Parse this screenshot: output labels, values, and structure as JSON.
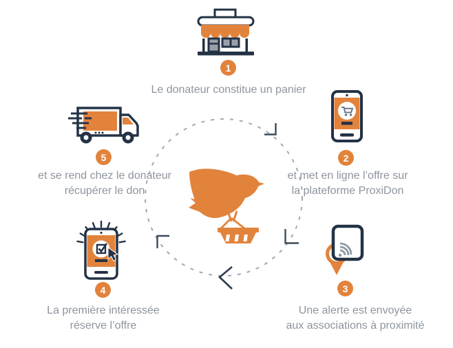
{
  "colors": {
    "orange": "#e2833c",
    "navy": "#243246",
    "caption_gray": "#8d949d",
    "pane_gray": "#9aa0a8",
    "dash_gray": "#a3a8ae",
    "wifi_gray": "#8f99a3"
  },
  "center_icon": "bird-carrying-shopping-basket-icon",
  "cycle": {
    "direction": "clockwise",
    "arrows": [
      "top-right-corner",
      "bottom-right-corner",
      "bottom-left-corner",
      "bottom-chevron"
    ]
  },
  "steps": [
    {
      "number": "1",
      "icon": "storefront-icon",
      "lines": [
        "Le donateur constitue un panier"
      ]
    },
    {
      "number": "2",
      "icon": "smartphone-cart-icon",
      "lines": [
        "et met en ligne l’offre sur",
        "la plateforme ProxiDon"
      ]
    },
    {
      "number": "3",
      "icon": "location-pin-phone-alert-icon",
      "lines": [
        "Une alerte est envoyée",
        "aux associations à proximité"
      ]
    },
    {
      "number": "4",
      "icon": "smartphone-checkbox-cursor-icon",
      "lines": [
        "La première intéressée",
        "réserve l’offre"
      ]
    },
    {
      "number": "5",
      "icon": "delivery-truck-icon",
      "lines": [
        "et se rend chez le donateur",
        "récupérer le don"
      ]
    }
  ]
}
